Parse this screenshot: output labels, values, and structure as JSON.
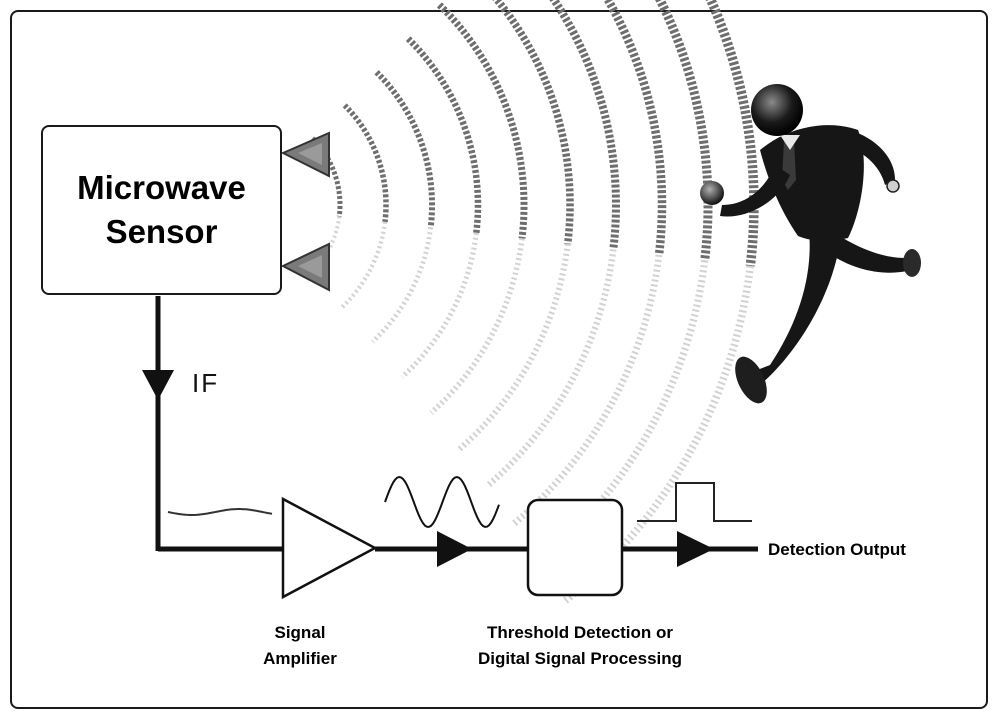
{
  "sensor": {
    "title_line1": "Microwave",
    "title_line2": "Sensor"
  },
  "signal_path": {
    "if_label": "IF"
  },
  "stages": {
    "amplifier_line1": "Signal",
    "amplifier_line2": "Amplifier",
    "threshold_line1": "Threshold Detection or",
    "threshold_line2": "Digital Signal Processing",
    "output_label": "Detection Output"
  },
  "colors": {
    "line": "#111111",
    "wave": "#6e6e6e",
    "wave_faint": "#d2d2d2",
    "antenna": "#7a7a7a",
    "figure": "#161616"
  },
  "icons": {
    "antenna": "triangle-antenna-icon",
    "person": "running-man-icon"
  }
}
